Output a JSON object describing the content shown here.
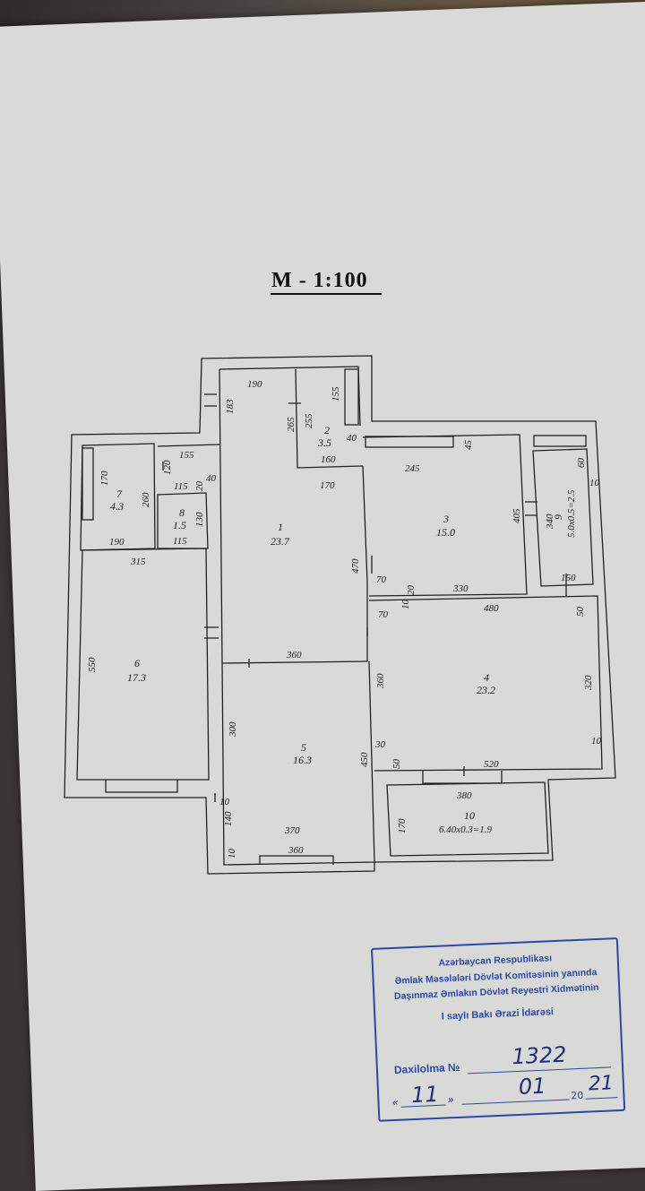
{
  "scale_label": "M - 1:100",
  "rooms": [
    {
      "no": "1",
      "area": "23.7"
    },
    {
      "no": "2",
      "area": "3.5"
    },
    {
      "no": "3",
      "area": "15.0"
    },
    {
      "no": "4",
      "area": "23.2"
    },
    {
      "no": "5",
      "area": "16.3"
    },
    {
      "no": "6",
      "area": "17.3"
    },
    {
      "no": "7",
      "area": "4.3"
    },
    {
      "no": "8",
      "area": "1.5"
    },
    {
      "no": "9",
      "area": "5.0x0.5=2.5"
    },
    {
      "no": "10",
      "area": "6.40x0.3=1.9"
    }
  ],
  "dimensions": [
    "190",
    "183",
    "265",
    "255",
    "155",
    "40",
    "160",
    "170",
    "245",
    "45",
    "60",
    "10",
    "155",
    "120",
    "170",
    "260",
    "115",
    "20",
    "130",
    "40",
    "115",
    "190",
    "315",
    "550",
    "470",
    "70",
    "20",
    "330",
    "10",
    "405",
    "340",
    "150",
    "70",
    "480",
    "50",
    "360",
    "360",
    "320",
    "300",
    "450",
    "30",
    "50",
    "10",
    "520",
    "380",
    "10",
    "140",
    "370",
    "10",
    "360",
    "170"
  ],
  "stamp": {
    "line1": "Azərbaycan Respublikası",
    "line2": "Əmlak Məsələləri Dövlət Komitəsinin yanında",
    "line3": "Daşınmaz Əmlakın Dövlət Reyestri Xidmətinin",
    "line4": "I saylı Bakı Ərazi İdarəsi",
    "reg_label": "Daxilolma №",
    "reg_number": "1322",
    "quote_open": "«",
    "quote_close": "»",
    "day": "11",
    "month": "01",
    "year_prefix": "20",
    "year_suffix": "21"
  }
}
